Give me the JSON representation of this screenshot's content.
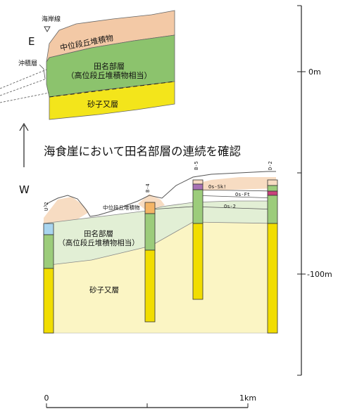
{
  "top_section": {
    "coastline_label": "海岸線",
    "direction_top": "E",
    "alluvium_label": "沖積層",
    "terrace_middle_label": "中位段丘堆積物",
    "tanabe_label_line1": "田名部層",
    "tanabe_label_line2": "（高位段丘堆積物相当）",
    "sunagomata_label": "砂子又層"
  },
  "direction_bottom": "W",
  "section_title": "海食崖において田名部層の連続を確認",
  "boreholes": [
    {
      "name": "U-2"
    },
    {
      "name": "B-4"
    },
    {
      "name": "B-5"
    },
    {
      "name": "D-2"
    }
  ],
  "lower_section": {
    "terrace_middle_label": "中位段丘堆積物",
    "tanabe_label_line1": "田名部層",
    "tanabe_label_line2": "（高位段丘堆積物相当）",
    "sunagomata_label": "砂子又層",
    "key_beds": [
      "Os-Sk!",
      "Os-Ft",
      "Os-2"
    ]
  },
  "elevation_scale": {
    "labels": [
      "0m",
      "-100m"
    ]
  },
  "distance_scale": {
    "start_label": "0",
    "end_label": "1km"
  },
  "colors": {
    "terrace": "#f3c9a6",
    "tanabe_top": "#8cc36d",
    "tanabe_bottom": "#e2efd5",
    "sunagomata_top": "#f3e51b",
    "sunagomata_bottom": "#fbf5c4",
    "borehole_tan": "#f4b566",
    "borehole_blue": "#a9d5ef",
    "borehole_green": "#9ccc7b",
    "borehole_yellow": "#f1dd00"
  }
}
